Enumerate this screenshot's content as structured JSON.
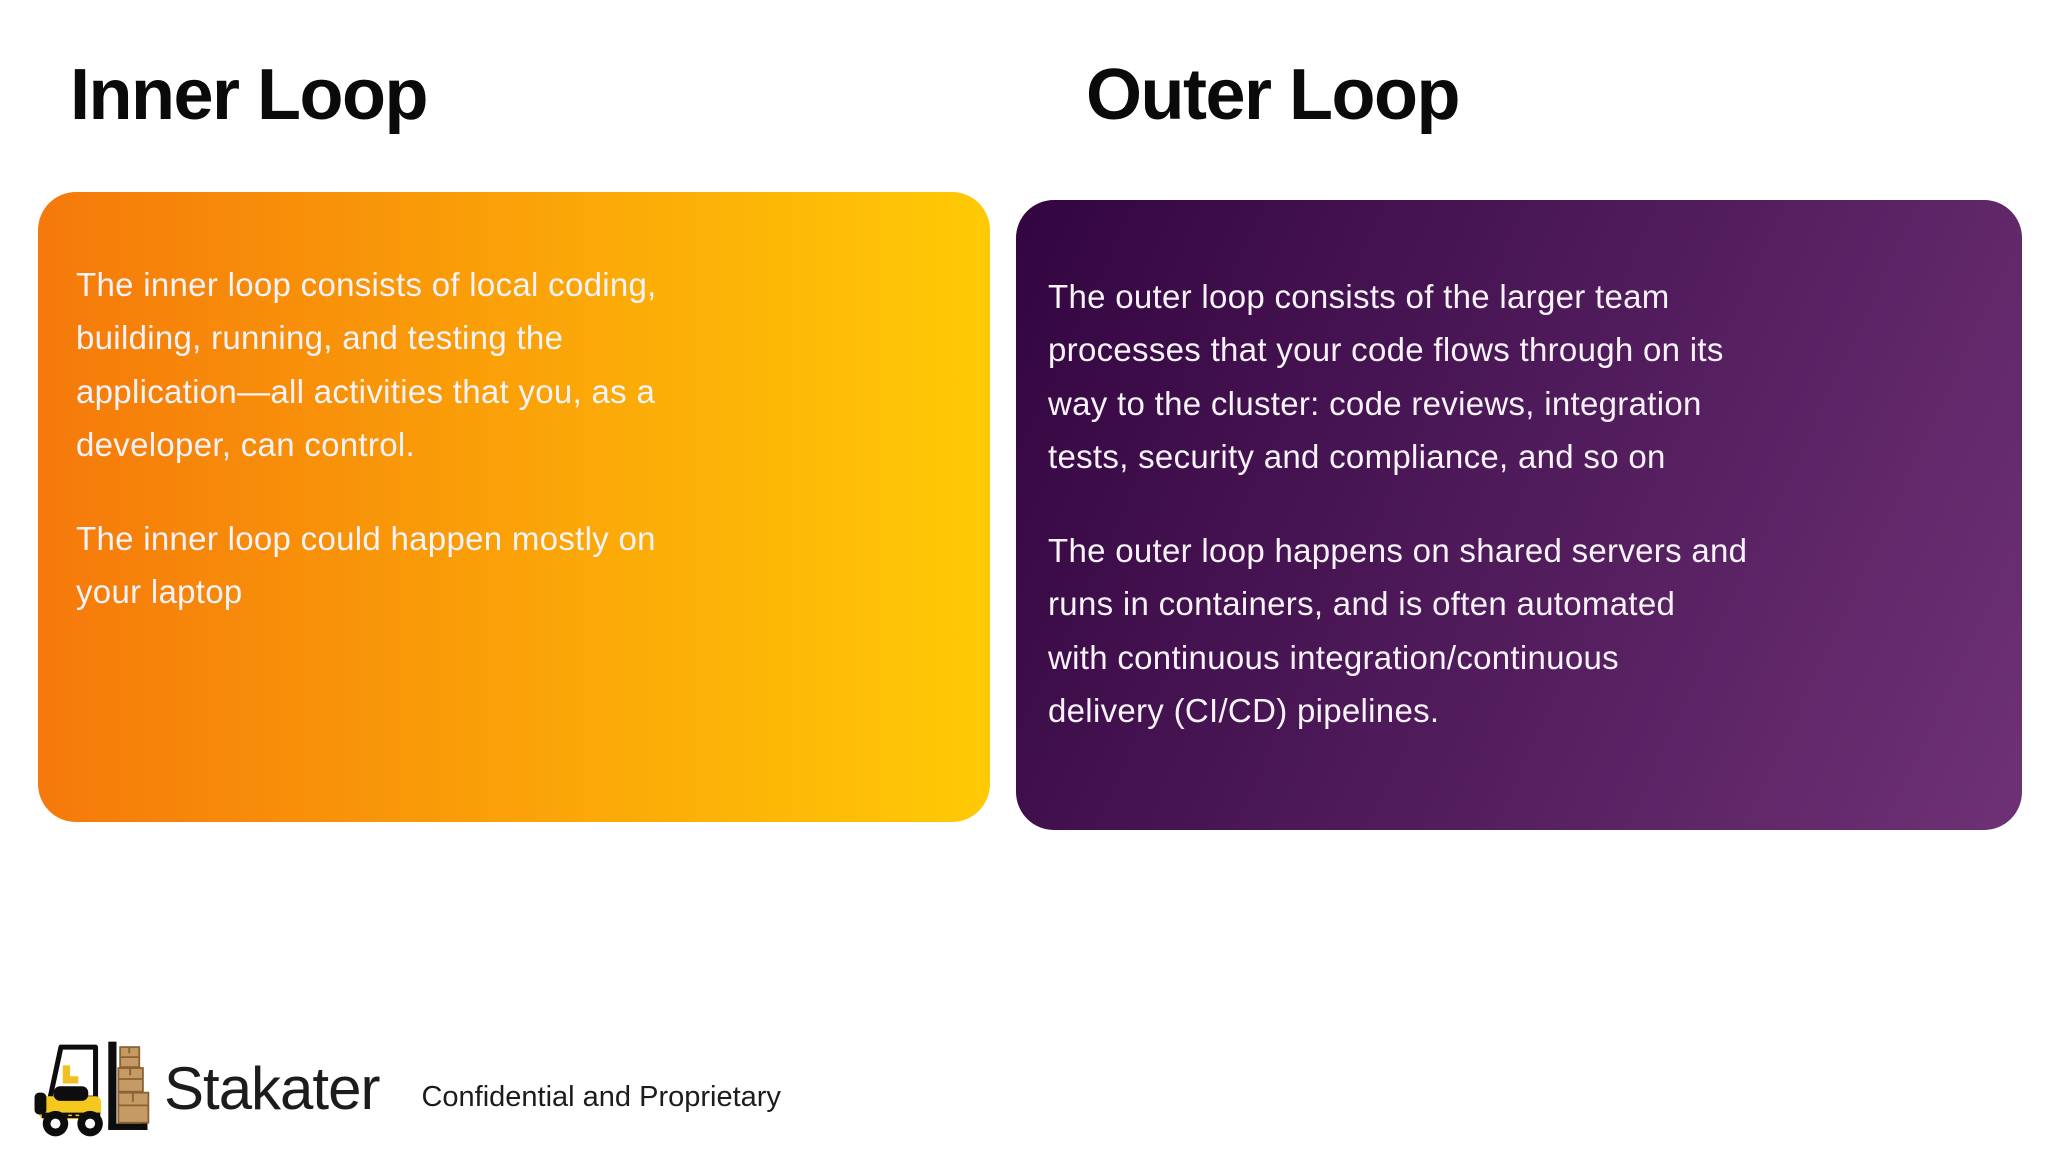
{
  "slide": {
    "sections": {
      "inner": {
        "heading": "Inner Loop",
        "card": {
          "paragraphs": [
            "The inner loop consists of local coding,\nbuilding, running, and testing the\napplication—all activities that you, as a\ndeveloper, can control.",
            "The inner loop could happen mostly on\nyour laptop"
          ]
        }
      },
      "outer": {
        "heading": "Outer Loop",
        "card": {
          "paragraphs": [
            "The outer loop consists of the larger team\nprocesses that your code flows through on its\nway to the cluster: code reviews, integration\ntests, security and compliance, and so on",
            "The outer loop happens on shared servers and\nruns in containers, and is often automated\nwith continuous integration/continuous\ndelivery (CI/CD) pipelines."
          ]
        }
      }
    },
    "footer": {
      "logo_icon": "stakater-forklift-logo",
      "brand": "Stakater",
      "note": "Confidential and Proprietary"
    }
  },
  "colors": {
    "slide-bg": "#ffffff",
    "heading": "#0a0a0a",
    "card-text": "#f7f3f9",
    "inner-start": "#f5790b",
    "inner-end": "#ffca05",
    "outer-start": "#320540",
    "outer-end": "#6e3175",
    "footer-text": "#1c1c1c",
    "logo-yellow": "#f4c81e",
    "logo-box-tan": "#c69a64",
    "logo-box-line": "#8a6334",
    "logo-black": "#0d0d0d"
  }
}
